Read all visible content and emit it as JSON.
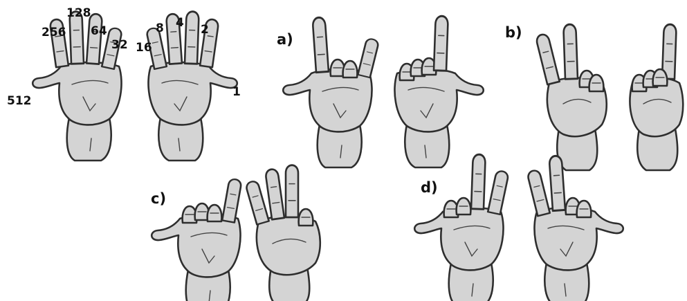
{
  "finger_values": {
    "v512": "512",
    "v256": "256",
    "v128": "128",
    "v64": "64",
    "v32": "32",
    "v16": "16",
    "v8": "8",
    "v4": "4",
    "v2": "2",
    "v1": "1"
  },
  "part_labels": {
    "a": "a)",
    "b": "b)",
    "c": "c)",
    "d": "d)"
  }
}
